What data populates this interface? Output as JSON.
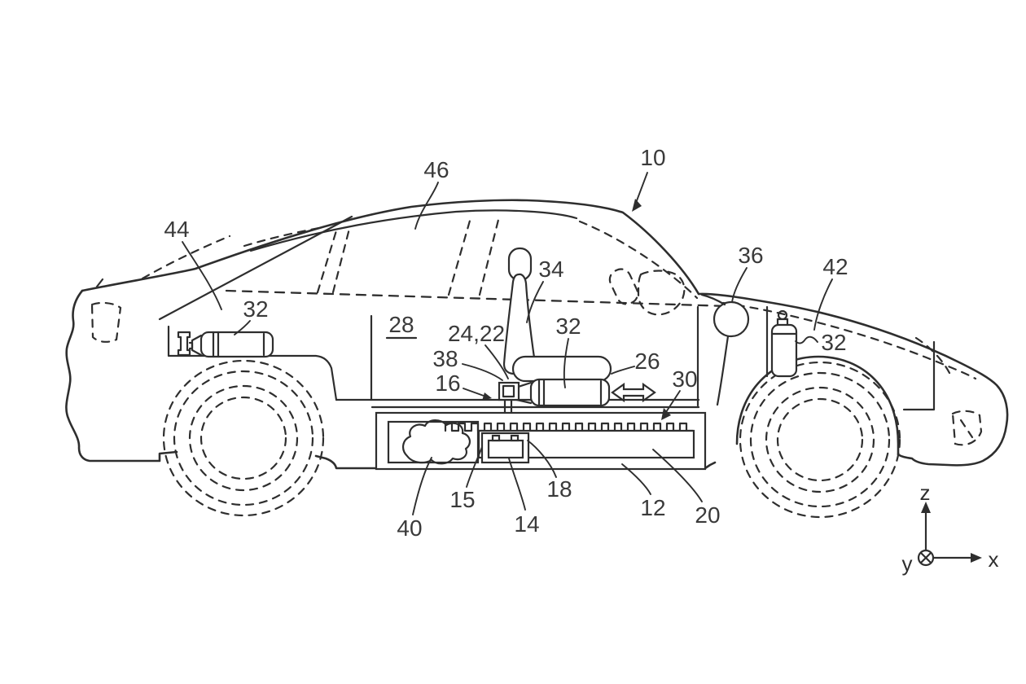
{
  "figure": {
    "description_background": "#ffffff",
    "line_color": "#2e2e2e",
    "label_color": "#3a3a3a",
    "refs": {
      "ref_10": "10",
      "ref_46": "46",
      "ref_44": "44",
      "ref_32_rear": "32",
      "ref_28": "28",
      "ref_24_22": "24,22",
      "ref_34": "34",
      "ref_32_seat": "32",
      "ref_26": "26",
      "ref_36": "36",
      "ref_42": "42",
      "ref_32_front": "32",
      "ref_38": "38",
      "ref_16": "16",
      "ref_30": "30",
      "ref_40": "40",
      "ref_15": "15",
      "ref_14": "14",
      "ref_18": "18",
      "ref_12": "12",
      "ref_20": "20"
    },
    "axes": {
      "z": "z",
      "x": "x",
      "y": "y"
    }
  }
}
